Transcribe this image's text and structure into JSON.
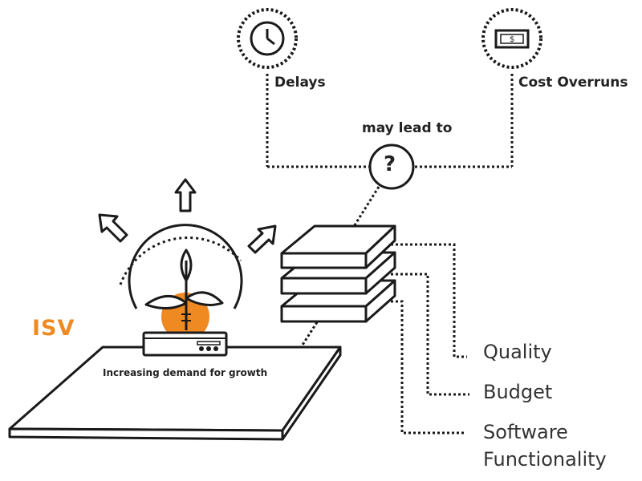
{
  "labels": {
    "delays": "Delays",
    "cost_overruns": "Cost Overruns",
    "may_lead_to": "may lead to",
    "question_mark": "?",
    "isv": "ISV",
    "increasing_demand": "Increasing demand for growth",
    "quality": "Quality",
    "budget": "Budget",
    "software_line1": "Software",
    "software_line2": "Functionality"
  },
  "icons": {
    "clock": "clock-icon",
    "money": "money-bill-icon",
    "question": "question-icon",
    "plant": "plant-icon",
    "arrows": "growth-arrow-icon"
  },
  "colors": {
    "line": "#1a1a1a",
    "accent": "#ef8a23"
  }
}
